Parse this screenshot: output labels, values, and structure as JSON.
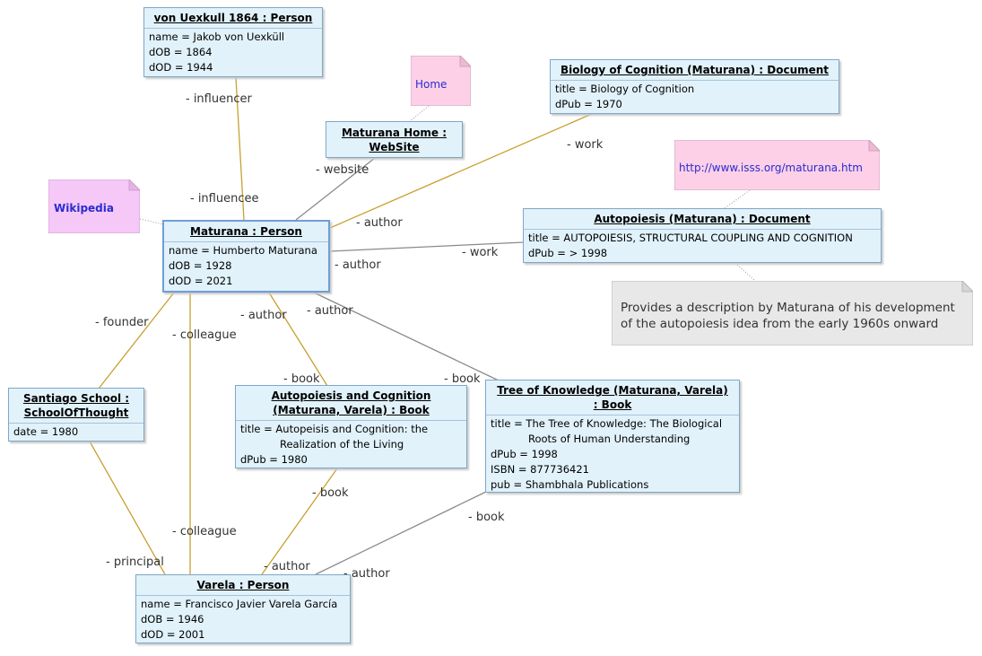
{
  "objects": {
    "uexkull": {
      "title": "von Uexkull 1864 : Person",
      "attrs": [
        "name = Jakob von Uexküll",
        "dOB = 1864",
        "dOD = 1944"
      ]
    },
    "homesite": {
      "title_1": "Maturana Home :",
      "title_2": "WebSite"
    },
    "biology": {
      "title": "Biology of Cognition (Maturana) : Document",
      "attrs": [
        "title = Biology of Cognition",
        "dPub = 1970"
      ]
    },
    "maturana": {
      "title": "Maturana : Person",
      "attrs": [
        "name = Humberto Maturana",
        "dOB = 1928",
        "dOD = 2021"
      ]
    },
    "autodoc": {
      "title": "Autopoiesis (Maturana) : Document",
      "attrs": [
        "title = AUTOPOIESIS, STRUCTURAL COUPLING AND COGNITION",
        "dPub = > 1998"
      ]
    },
    "santiago": {
      "title_1": "Santiago School :",
      "title_2": "SchoolOfThought",
      "attrs": [
        "date = 1980"
      ]
    },
    "autobook": {
      "title_1": "Autopoiesis and Cognition",
      "title_2": "(Maturana, Varela) : Book",
      "attrs": [
        "title = Autopeisis and Cognition: the",
        "Realization of the Living",
        "dPub = 1980"
      ]
    },
    "tree": {
      "title_1": "Tree of Knowledge (Maturana, Varela)",
      "title_2": ": Book",
      "attrs": [
        "title = The Tree of Knowledge: The Biological",
        "Roots of Human Understanding",
        "dPub = 1998",
        "ISBN = 877736421",
        "pub = Shambhala Publications"
      ]
    },
    "varela": {
      "title": "Varela : Person",
      "attrs": [
        "name = Francisco Javier Varela García",
        "dOB = 1946",
        "dOD = 2001"
      ]
    }
  },
  "notes": {
    "home": "Home",
    "wikipedia": "Wikipedia",
    "isss": "http://www.isss.org/maturana.htm",
    "description_1": "Provides a description by Maturana of his development",
    "description_2": "of the autopoiesis idea from the early 1960s onward"
  },
  "labels": {
    "influencer": "- influencer",
    "influencee": "- influencee",
    "website": "- website",
    "work1": "- work",
    "author1": "- author",
    "work2": "- work",
    "author2": "- author",
    "founder": "- founder",
    "colleague1": "- colleague",
    "author3": "- author",
    "author4": "- author",
    "book1": "- book",
    "book2": "- book",
    "book3": "- book",
    "book4": "- book",
    "colleague2": "- colleague",
    "principal": "- principal",
    "author5": "- author",
    "author6": "- author"
  },
  "colors": {
    "gold_link": "#c8a030",
    "gray_link": "#808080",
    "object_fill": "#e1f2fb",
    "pink_note": "#fdd0e8",
    "violet_note": "#f6c8f8",
    "gray_note": "#e8e8e8",
    "link_text": "#2b2bd0"
  }
}
